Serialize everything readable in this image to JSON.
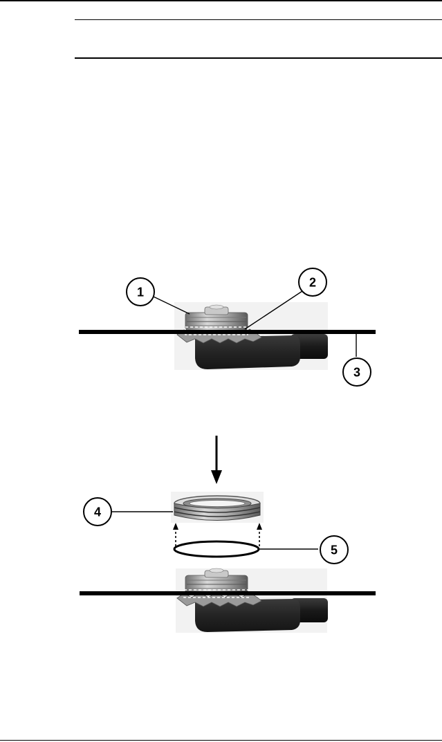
{
  "callouts": {
    "c1": "1",
    "c2": "2",
    "c3": "3",
    "c4": "4",
    "c5": "5"
  },
  "colors": {
    "ink": "#000000",
    "plate": "#000000",
    "boot": "#2a2a2a",
    "cable": "#1c1c1c",
    "metal_light": "#c9c9c9",
    "metal_dark": "#6f6f6f"
  }
}
